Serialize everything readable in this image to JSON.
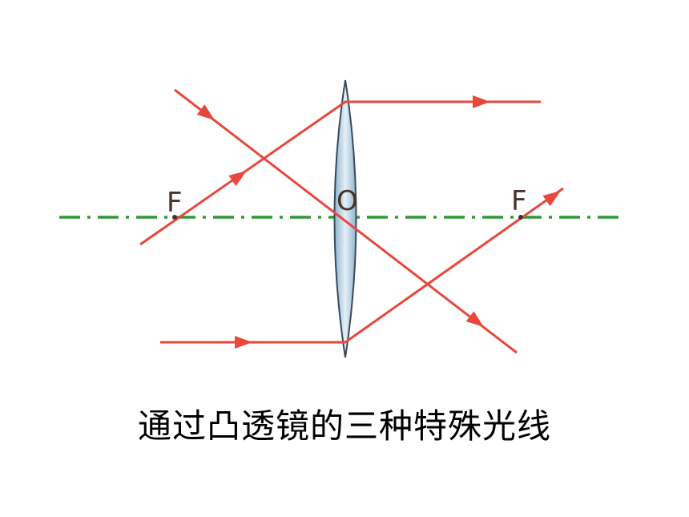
{
  "diagram": {
    "labels": {
      "focus_left": "F",
      "center": "O",
      "focus_right": "F"
    },
    "caption": "通过凸透镜的三种特殊光线",
    "colors": {
      "ray": "#e8473c",
      "axis": "#2e9a35",
      "lens_fill": "#b9d4e6",
      "lens_edge": "#3a4a5a",
      "label": "#4a3028"
    }
  }
}
